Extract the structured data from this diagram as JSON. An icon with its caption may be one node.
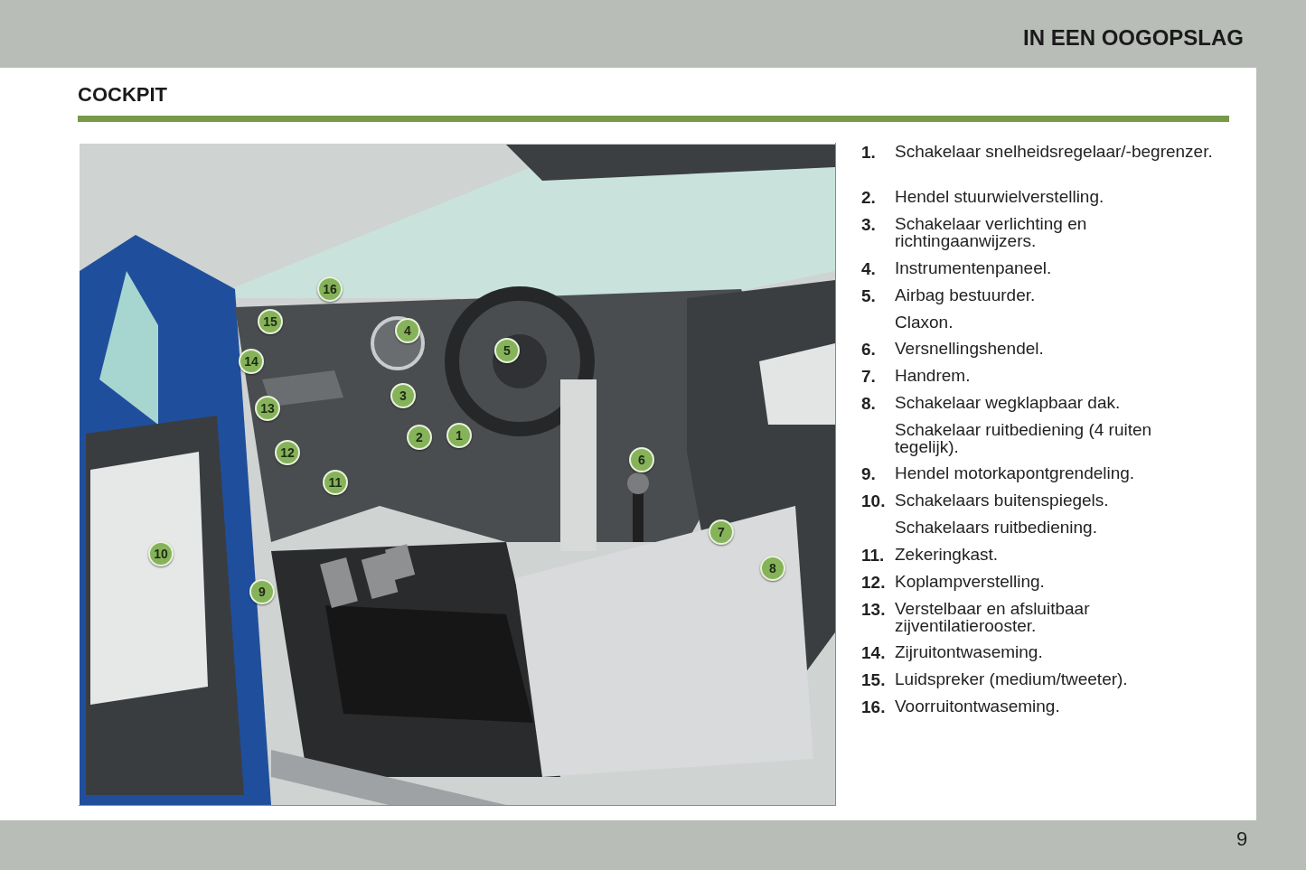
{
  "diagram": {
    "title": "COCKPIT",
    "labels": [
      "IN EEN OOGOPSLAG",
      "16",
      "15",
      "4",
      "5",
      "14",
      "3",
      "13",
      "1",
      "2",
      "12",
      "6",
      "11",
      "7",
      "10",
      "8",
      "9",
      "1.",
      "Schakelaar snelheidsregelaar/-begrenzer.",
      "2.",
      "Hendel stuurwielverstelling.",
      "3.",
      "Schakelaar verlichting en richtingaanwijzers.",
      "4.",
      "Instrumentenpaneel.",
      "5.",
      "Airbag bestuurder.",
      "Claxon.",
      "6.",
      "Versnellingshendel.",
      "7.",
      "Handrem.",
      "8.",
      "Schakelaar wegklapbaar dak.",
      "Schakelaar ruitbediening (4 ruiten tegelijk).",
      "9.",
      "Hendel motorkapontgrendeling.",
      "10.",
      "Schakelaars buitenspiegels.",
      "Schakelaars ruitbediening.",
      "11.",
      "Zekeringkast.",
      "12.",
      "Koplampverstelling.",
      "13.",
      "Verstelbaar en afsluitbaar zijventilatierooster.",
      "14.",
      "Zijruitontwaseming.",
      "15.",
      "Luidspreker (medium/tweeter).",
      "16.",
      "Voorruitontwaseming.",
      "9"
    ]
  }
}
